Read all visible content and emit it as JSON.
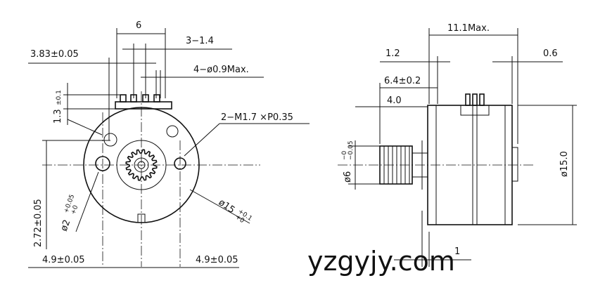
{
  "front_view": {
    "dim_6": "6",
    "dim_pin_pitch": "3−1.4",
    "dim_383": "3.83±0.05",
    "dim_pin_dia": "4−ø0.9Max.",
    "dim_13_a": "1.3",
    "dim_13_b": "±0.1",
    "dim_m17": "2−M1.7 ×P0.35",
    "dim_272": "2.72±0.05",
    "dim_phi2_a": "ø2",
    "dim_phi2_b": "+0.05",
    "dim_phi2_c": "+0",
    "dim_phi15_a": "ø15",
    "dim_phi15_b": "+0.1",
    "dim_phi15_c": "+0",
    "dim_49_left": "4.9±0.05",
    "dim_49_right": "4.9±0.05"
  },
  "side_view": {
    "dim_111": "11.1Max.",
    "dim_12": "1.2",
    "dim_06": "0.6",
    "dim_64": "6.4±0.2",
    "dim_40": "4.0",
    "dim_phi6_a": "ø6",
    "dim_phi6_b": "−0",
    "dim_phi6_c": "−0.05",
    "dim_phi150": "ø15.0",
    "dim_1": "1"
  },
  "watermark": "yzgyjy.com"
}
